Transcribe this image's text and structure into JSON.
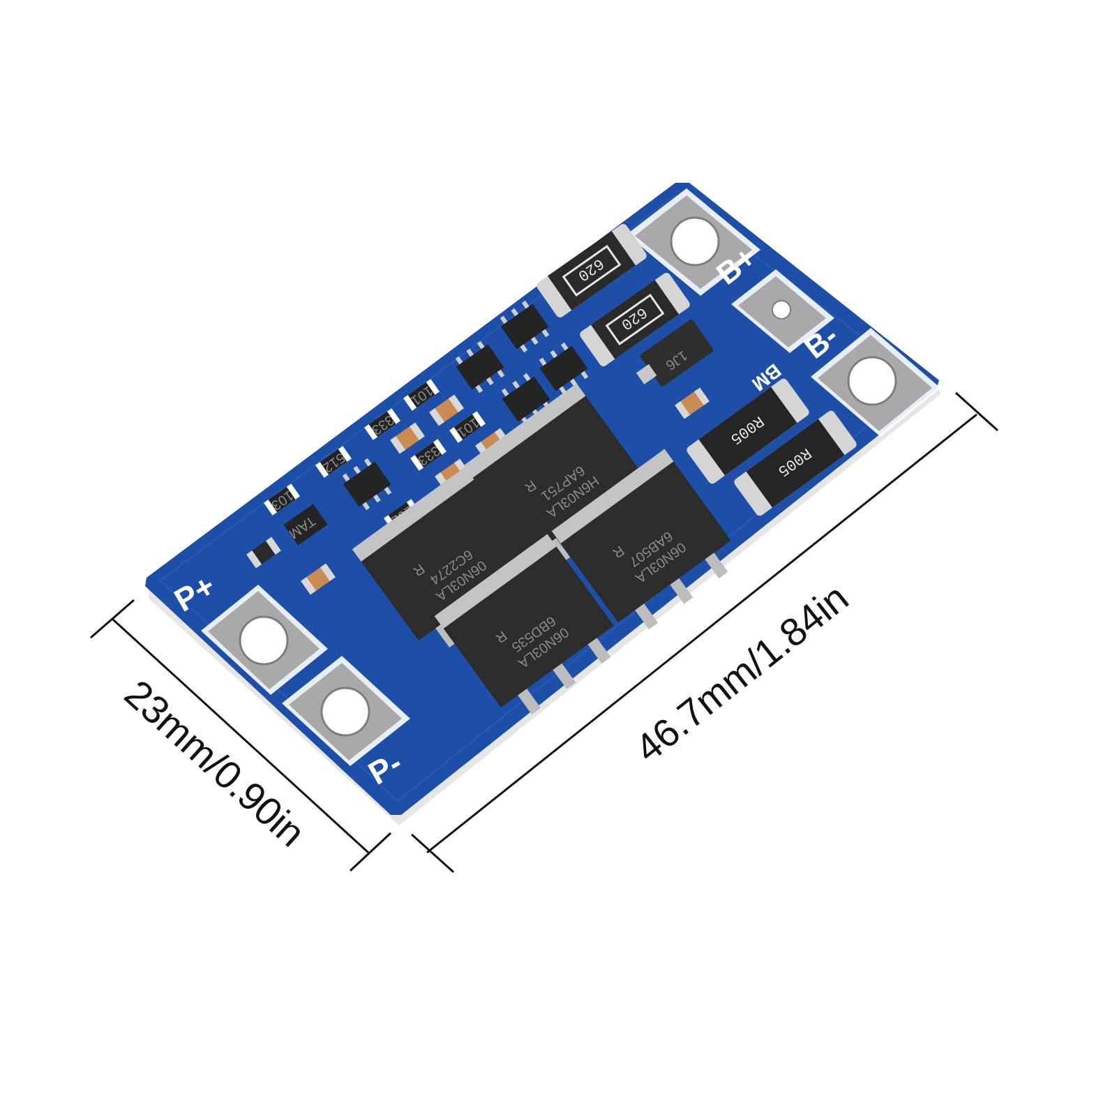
{
  "dimensions": {
    "width_label": "23mm/0.90in",
    "length_label": "46.7mm/1.84in"
  },
  "board": {
    "pads": {
      "p_plus": "P+",
      "p_minus": "P-",
      "b_plus": "B+",
      "b_minus": "B-",
      "bm": "BM"
    },
    "large_resistors": [
      "620",
      "620"
    ],
    "shunt_resistors": [
      "R005",
      "R005"
    ],
    "mosfets": [
      {
        "line1": "H6N03LA",
        "line2": "6AP751",
        "line3": "R"
      },
      {
        "line1": "06N03LA",
        "line2": "6AB507",
        "line3": "R"
      },
      {
        "line1": "06N03LA",
        "line2": "6C2274",
        "line3": "R"
      },
      {
        "line1": "06N03LA",
        "line2": "6BD535",
        "line3": "R"
      }
    ],
    "small_resistors": [
      "101",
      "101",
      "333",
      "333",
      "202",
      "512",
      "103"
    ],
    "diode": "1J6",
    "small_ic": "TAM"
  },
  "colors": {
    "pcb_blue": "#1d4fa8",
    "pcb_edge": "#e6e6e6",
    "pad_silver": "#a9a9a9",
    "chip_black": "#2a2a2a"
  }
}
